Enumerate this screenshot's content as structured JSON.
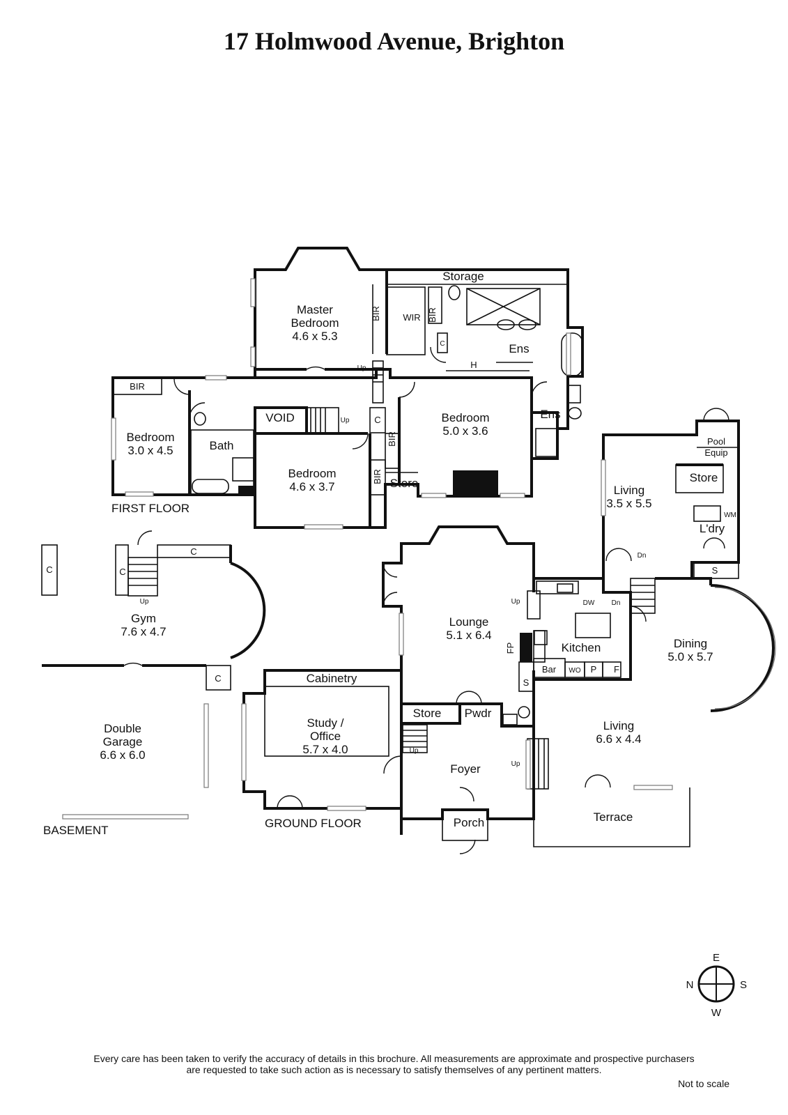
{
  "title": "17 Holmwood Avenue, Brighton",
  "floors": {
    "first": "FIRST FLOOR",
    "ground": "GROUND FLOOR",
    "basement": "BASEMENT"
  },
  "rooms": {
    "master_bedroom": {
      "name1": "Master",
      "name2": "Bedroom",
      "dims": "4.6 x 5.3"
    },
    "bedroom_west": {
      "name": "Bedroom",
      "dims": "3.0 x 4.5"
    },
    "bedroom_mid": {
      "name": "Bedroom",
      "dims": "4.6 x 3.7"
    },
    "bedroom_east": {
      "name": "Bedroom",
      "dims": "5.0 x 3.6"
    },
    "gym": {
      "name": "Gym",
      "dims": "7.6 x 4.7"
    },
    "garage": {
      "name1": "Double",
      "name2": "Garage",
      "dims": "6.6 x 6.0"
    },
    "study": {
      "name1": "Study /",
      "name2": "Office",
      "dims": "5.7 x 4.0"
    },
    "lounge": {
      "name": "Lounge",
      "dims": "5.1 x 6.4"
    },
    "living_rear": {
      "name": "Living",
      "dims": "3.5 x 5.5"
    },
    "dining": {
      "name": "Dining",
      "dims": "5.0 x 5.7"
    },
    "living_main": {
      "name": "Living",
      "dims": "6.6 x 4.4"
    }
  },
  "labels": {
    "storage": "Storage",
    "bir": "BIR",
    "wir": "WIR",
    "ens": "Ens",
    "void": "VOID",
    "bath": "Bath",
    "store": "Store",
    "c": "C",
    "up": "Up",
    "dn": "Dn",
    "h": "H",
    "cabinetry": "Cabinetry",
    "pwdr": "Pwdr",
    "foyer": "Foyer",
    "porch": "Porch",
    "terrace": "Terrace",
    "kitchen": "Kitchen",
    "bar": "Bar",
    "wo": "WO",
    "p": "P",
    "f": "F",
    "s": "S",
    "fp": "FP",
    "dw": "DW",
    "pool_equip1": "Pool",
    "pool_equip2": "Equip",
    "laundry": "L'dry",
    "wm": "WM"
  },
  "compass": {
    "n": "N",
    "e": "E",
    "s": "S",
    "w": "W"
  },
  "disclaimer": {
    "line1": "Every care has been taken to verify the accuracy of details in this brochure.  All measurements are approximate and prospective purchasers",
    "line2": "are requested to take such action as is necessary to satisfy themselves of any pertinent matters."
  },
  "not_to_scale": "Not to scale"
}
